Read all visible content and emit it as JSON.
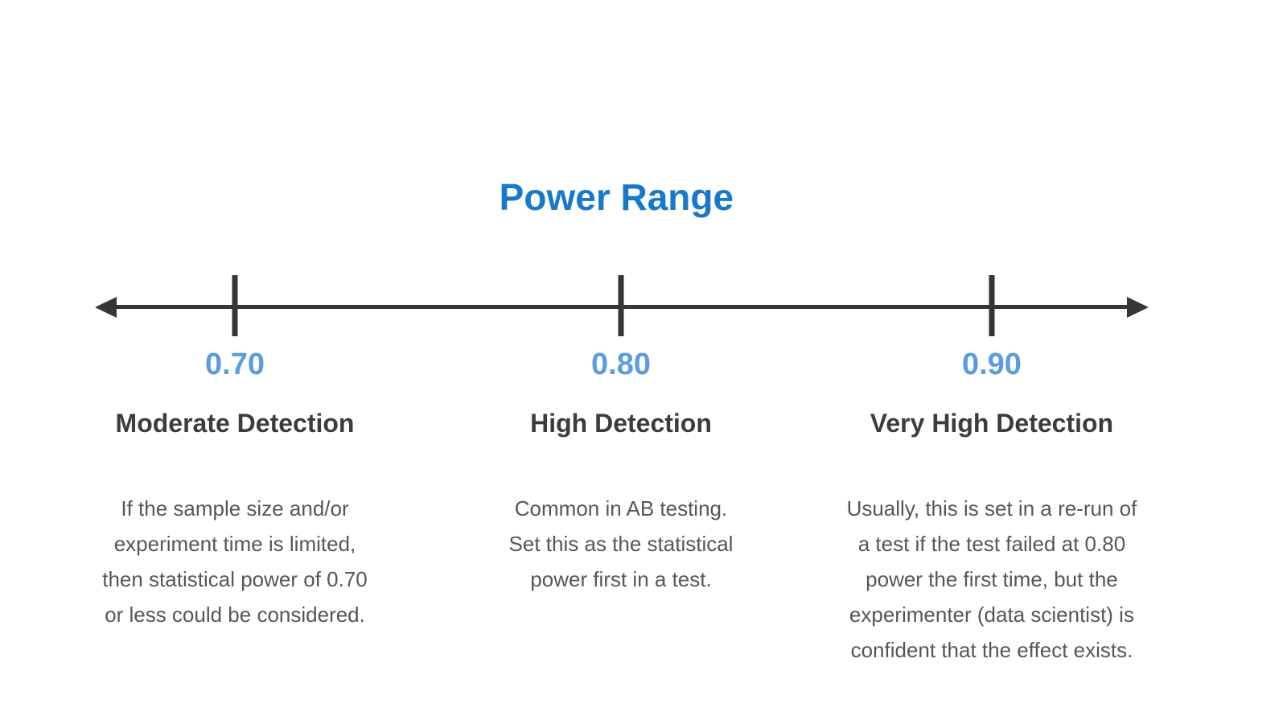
{
  "title": {
    "text": "Power Range",
    "color": "#1879cb"
  },
  "diagram": {
    "type": "number-line",
    "axis_color": "#363636",
    "value_color": "#5b9be0",
    "heading_color": "#3c3c3c",
    "body_color": "#565656",
    "axis_arrows": "both-ends",
    "points": [
      {
        "value": "0.70",
        "tick_pct": 18.25,
        "label": "Moderate Detection",
        "description": "If the sample size and/or\nexperiment time is limited,\nthen statistical power of 0.70\nor less could be considered."
      },
      {
        "value": "0.80",
        "tick_pct": 48.25,
        "label": "High Detection",
        "description": "Common in AB testing.\nSet this as the statistical\npower first in a test."
      },
      {
        "value": "0.90",
        "tick_pct": 77.06,
        "label": "Very High Detection",
        "description": "Usually, this is set in a re-run of\na test if the test failed at 0.80\npower the first time, but the\nexperimenter (data scientist) is\nconfident that the effect exists."
      }
    ]
  }
}
